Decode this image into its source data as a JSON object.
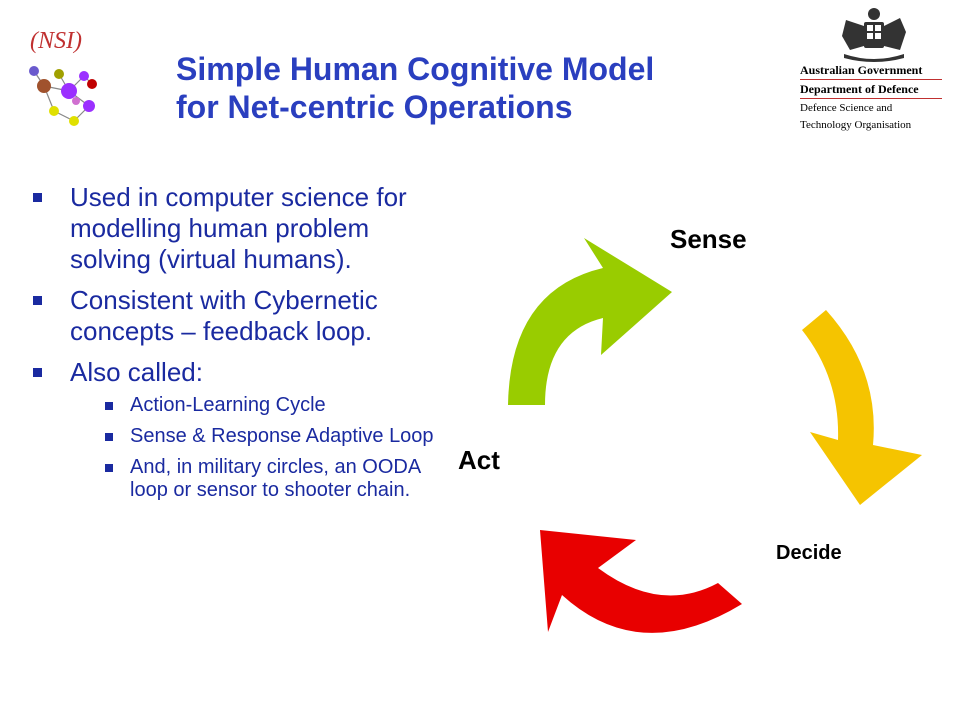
{
  "header": {
    "logo_left_text": "(NSI)",
    "title_line1": "Simple Human Cognitive Model",
    "title_line2": "for Net-centric Operations"
  },
  "gov_logo": {
    "line1": "Australian Government",
    "line2": "Department of Defence",
    "line3": "Defence Science and",
    "line4": "Technology Organisation"
  },
  "bullets": {
    "item1": "Used in computer science for modelling human problem solving (virtual humans).",
    "item2": "Consistent with Cybernetic concepts – feedback loop.",
    "item3": "Also called:",
    "sub1": "Action-Learning Cycle",
    "sub2": "Sense & Response Adaptive Loop",
    "sub3": "And, in military circles, an OODA loop or sensor to shooter chain."
  },
  "cycle": {
    "sense": "Sense",
    "decide": "Decide",
    "act": "Act",
    "colors": {
      "sense_to_decide": "#f5c400",
      "decide_to_act": "#e80000",
      "act_to_sense": "#99cc00"
    }
  }
}
